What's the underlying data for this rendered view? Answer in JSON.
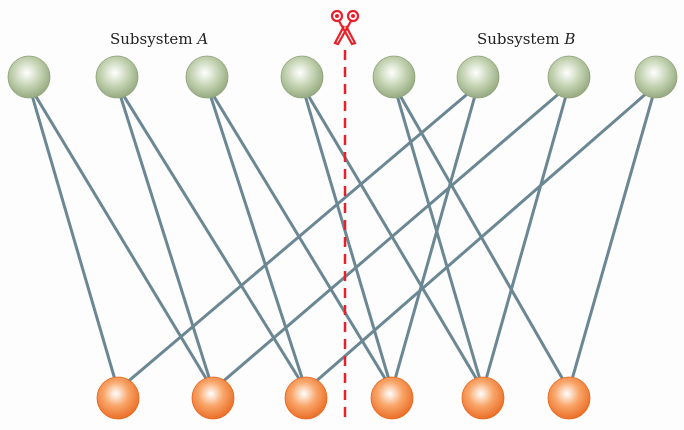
{
  "labels": {
    "subsystem_a": "Subsystem",
    "subsystem_a_letter": "A",
    "subsystem_b": "Subsystem",
    "subsystem_b_letter": "B"
  },
  "graph": {
    "top_nodes": 8,
    "bottom_nodes": 6,
    "edges": [
      [
        0,
        0
      ],
      [
        0,
        1
      ],
      [
        1,
        1
      ],
      [
        1,
        2
      ],
      [
        2,
        2
      ],
      [
        2,
        3
      ],
      [
        3,
        3
      ],
      [
        3,
        4
      ],
      [
        4,
        4
      ],
      [
        4,
        5
      ],
      [
        5,
        0
      ],
      [
        5,
        3
      ],
      [
        6,
        1
      ],
      [
        6,
        4
      ],
      [
        7,
        2
      ],
      [
        7,
        5
      ]
    ],
    "cut_after_top_index": 3
  },
  "colors": {
    "top_node": "#a9bd94",
    "bottom_node": "#f07a2a",
    "edge": "#6b8794",
    "cut": "#e8202a"
  },
  "icons": {
    "cut": "scissors-icon"
  }
}
